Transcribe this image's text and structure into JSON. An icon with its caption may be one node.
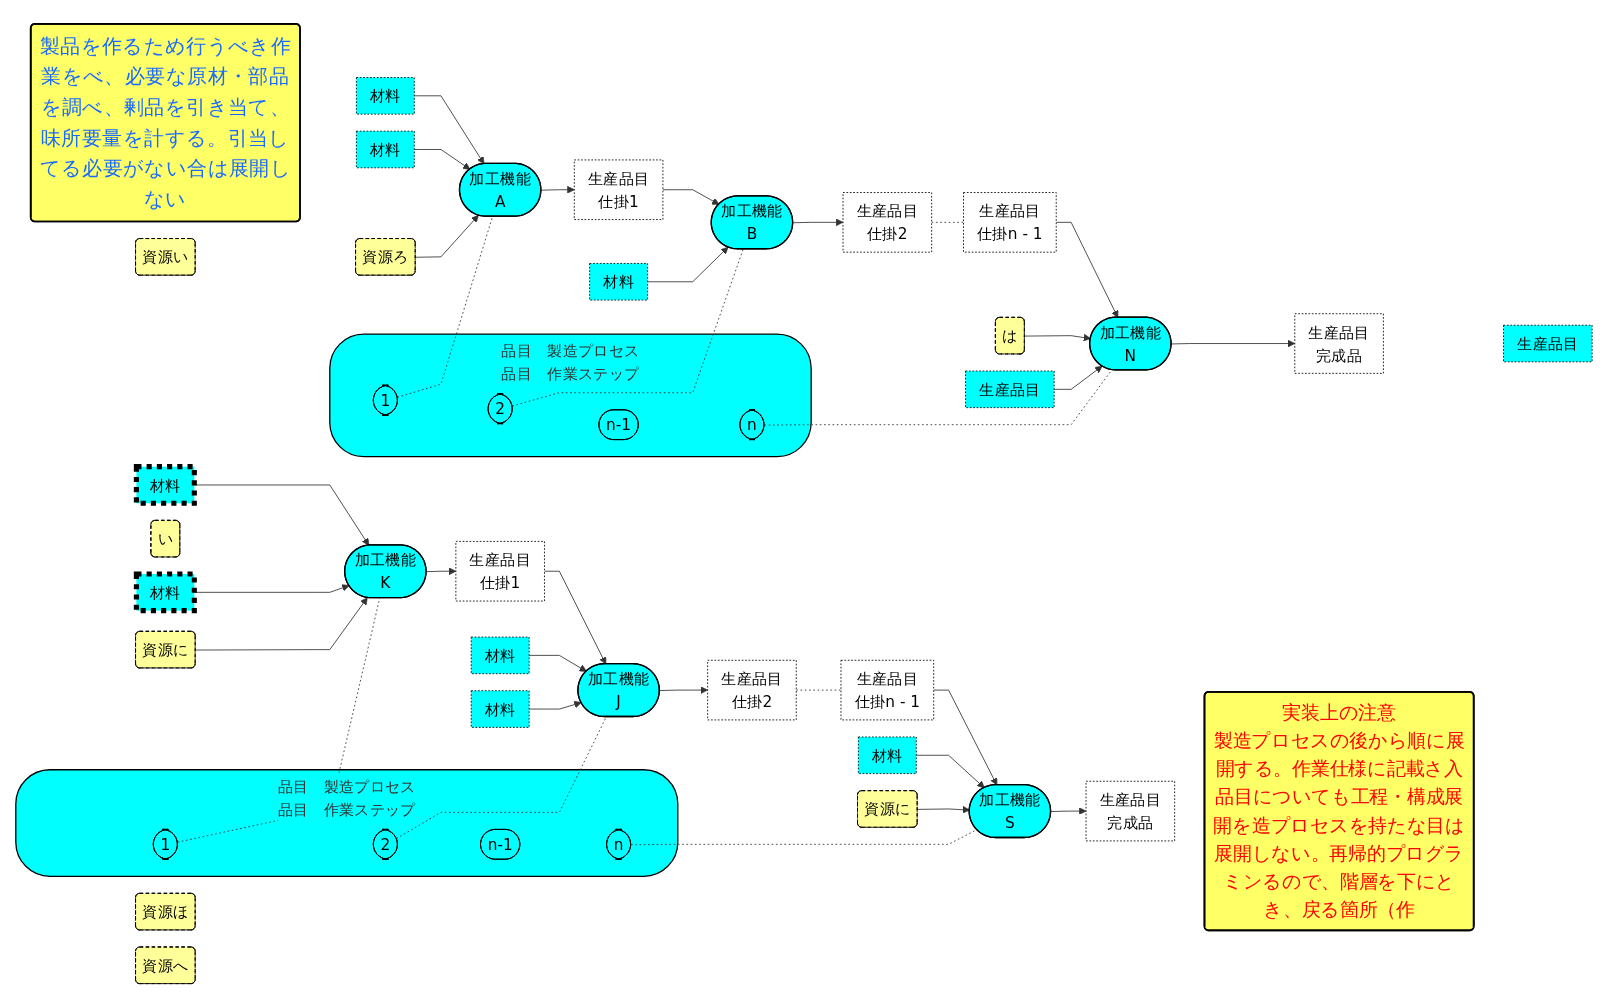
{
  "diagram": {
    "nodes": [
      {
        "text": [
          "製品を作るため行うべき作業をべ、必要な原材・部品を調べ、剰品を引き当て、味所要量を計する。引当してる必要がない合は展開しない"
        ]
      },
      {
        "text": [
          "品目　製造プロセス",
          "品目　作業ステップ"
        ]
      },
      {
        "text": [
          "1"
        ],
        "in": 1
      },
      {
        "text": [
          "2"
        ],
        "in": 1
      },
      {
        "text": [
          "n-1"
        ],
        "in": 1
      },
      {
        "text": [
          "n"
        ],
        "in": 1
      },
      {
        "text": [
          "生産品目"
        ]
      },
      {
        "text": [
          "材料"
        ]
      },
      {
        "text": [
          "材料"
        ]
      },
      {
        "text": [
          "加工機能",
          "A"
        ]
      },
      {
        "text": [
          "資源ろ"
        ]
      },
      {
        "text": [
          "資源い"
        ]
      },
      {
        "text": [
          "生産品目",
          "仕掛1"
        ]
      },
      {
        "text": [
          "加工機能",
          "B"
        ]
      },
      {
        "text": [
          "材料"
        ]
      },
      {
        "text": [
          "生産品目",
          "仕掛2"
        ]
      },
      {
        "text": [
          "生産品目",
          "仕掛n - 1"
        ]
      },
      {
        "text": [
          "加工機能",
          "N"
        ]
      },
      {
        "text": [
          "生産品目",
          "完成品"
        ]
      },
      {
        "text": [
          "は"
        ]
      },
      {
        "text": [
          "い"
        ]
      },
      {
        "text": [
          "生産品目"
        ]
      },
      {
        "text": [
          "品目　製造プロセス",
          "品目　作業ステップ"
        ]
      },
      {
        "text": [
          "1"
        ],
        "in": 22
      },
      {
        "text": [
          "2"
        ],
        "in": 22
      },
      {
        "text": [
          "n-1"
        ],
        "in": 22
      },
      {
        "text": [
          "n"
        ],
        "in": 22
      },
      {
        "text": [
          "材料"
        ]
      },
      {
        "text": [
          "材料"
        ]
      },
      {
        "text": [
          "加工機能",
          "K"
        ]
      },
      {
        "text": [
          "資源に"
        ]
      },
      {
        "text": [
          "資源ほ"
        ]
      },
      {
        "text": [
          "生産品目",
          "仕掛1"
        ]
      },
      {
        "text": [
          "加工機能",
          "J"
        ]
      },
      {
        "text": [
          "材料"
        ]
      },
      {
        "text": [
          "材料"
        ]
      },
      {
        "text": [
          "生産品目",
          "仕掛2"
        ]
      },
      {
        "text": [
          "生産品目",
          "仕掛n - 1"
        ]
      },
      {
        "text": [
          "加工機能",
          "S"
        ]
      },
      {
        "text": [
          "材料"
        ]
      },
      {
        "text": [
          "資源に"
        ]
      },
      {
        "text": [
          "資源へ"
        ]
      },
      {
        "text": [
          "生産品目",
          "完成品"
        ]
      },
      {
        "text": [
          "実装上の注意",
          "製造プロセスの後から順に展開する。作業仕様に記載さ入品目についても工程・構成展開を造プロセスを持たな目は展開しない。再帰的プログラミンるので、階層を下にとき、戻る箇所（作"
        ]
      }
    ],
    "edges": [
      {
        "from": 7,
        "to": 9,
        "arrow": "to"
      },
      {
        "from": 8,
        "to": 9,
        "arrow": "to"
      },
      {
        "from": 10,
        "to": 9,
        "arrow": "to"
      },
      {
        "from": 9,
        "to": 12,
        "arrow": "to"
      },
      {
        "from": 12,
        "to": 13,
        "arrow": "to"
      },
      {
        "from": 14,
        "to": 13,
        "arrow": "to"
      },
      {
        "from": 13,
        "to": 15,
        "arrow": "to"
      },
      {
        "from": 15,
        "to": 16,
        "arrow": "none",
        "style": "dashed"
      },
      {
        "from": 16,
        "to": 17,
        "arrow": "to"
      },
      {
        "from": 17,
        "to": 18,
        "arrow": "to"
      },
      {
        "from": 19,
        "to": 17,
        "arrow": "to"
      },
      {
        "from": 21,
        "to": 17,
        "arrow": "to"
      },
      {
        "from": 2,
        "to": 9,
        "arrow": "none",
        "style": "dashed"
      },
      {
        "from": 3,
        "to": 13,
        "arrow": "none",
        "style": "dashed"
      },
      {
        "from": 5,
        "to": 17,
        "arrow": "none",
        "style": "dashed"
      },
      {
        "from": 27,
        "to": 29,
        "arrow": "to"
      },
      {
        "from": 28,
        "to": 29,
        "arrow": "to"
      },
      {
        "from": 30,
        "to": 29,
        "arrow": "to"
      },
      {
        "from": 29,
        "to": 32,
        "arrow": "to"
      },
      {
        "from": 32,
        "to": 33,
        "arrow": "to"
      },
      {
        "from": 34,
        "to": 33,
        "arrow": "to"
      },
      {
        "from": 35,
        "to": 33,
        "arrow": "to"
      },
      {
        "from": 33,
        "to": 36,
        "arrow": "to"
      },
      {
        "from": 36,
        "to": 37,
        "arrow": "none",
        "style": "dashed"
      },
      {
        "from": 37,
        "to": 38,
        "arrow": "to"
      },
      {
        "from": 39,
        "to": 38,
        "arrow": "to"
      },
      {
        "from": 40,
        "to": 38,
        "arrow": "to"
      },
      {
        "from": 38,
        "to": 42,
        "arrow": "to"
      },
      {
        "from": 23,
        "to": 29,
        "arrow": "none",
        "style": "dashed"
      },
      {
        "from": 24,
        "to": 33,
        "arrow": "none",
        "style": "dashed"
      },
      {
        "from": 26,
        "to": 38,
        "arrow": "none",
        "style": "dashed"
      }
    ]
  }
}
